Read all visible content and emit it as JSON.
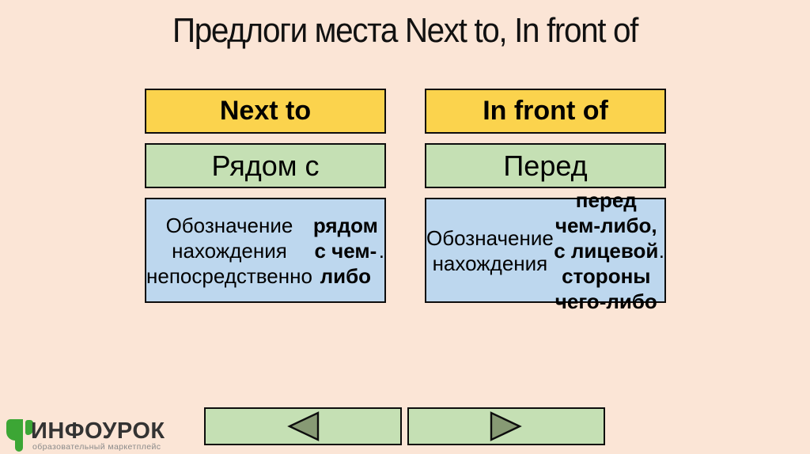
{
  "title": "Предлоги места Next to, In front of",
  "columns": [
    {
      "term": "Next to",
      "translation": "Рядом с",
      "definition_segments": [
        {
          "text": "Обозначение\nнахождения\nнепосредственно\n",
          "bold": false
        },
        {
          "text": "рядом с чем-либо",
          "bold": true
        },
        {
          "text": ".",
          "bold": false
        }
      ]
    },
    {
      "term": "In front of",
      "translation": "Перед",
      "definition_segments": [
        {
          "text": "Обозначение\nнахождения ",
          "bold": false
        },
        {
          "text": "перед\nчем-либо, с лицевой\nстороны чего-либо",
          "bold": true
        },
        {
          "text": ".",
          "bold": false
        }
      ]
    }
  ],
  "nav": {
    "prev_icon": "left-triangle",
    "next_icon": "right-triangle"
  },
  "logo": {
    "brand": "ИНФОУРОК",
    "tagline": "образовательный маркетплейс"
  },
  "colors": {
    "background": "#FBE5D6",
    "term_box": "#FBD34D",
    "translation_box": "#C5E0B4",
    "definition_box": "#BDD7EE",
    "nav_button": "#C5E0B4",
    "arrow_fill": "#879A74",
    "logo_green": "#3CA635",
    "border": "#0D0D0D"
  }
}
